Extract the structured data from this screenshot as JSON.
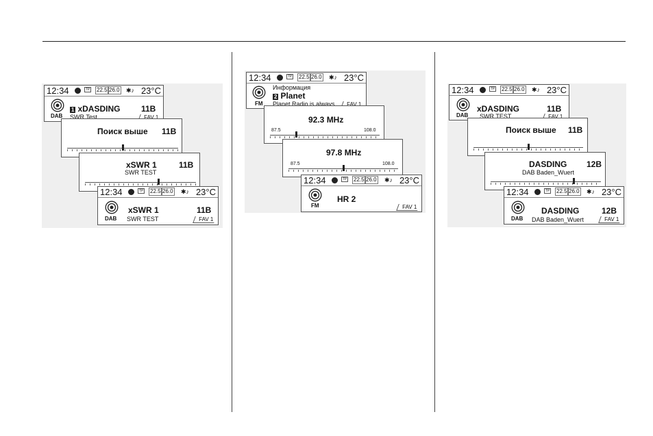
{
  "common": {
    "time": "12:34",
    "tp": "TP",
    "temp_val1": "22.5",
    "temp_val2": "26.0",
    "temp": "23°C",
    "fav": "FAV 1"
  },
  "left": {
    "card1": {
      "source": "DAB",
      "preset": "1",
      "title": "xDASDING",
      "channel": "11B",
      "sub": "SWR Test"
    },
    "card2": {
      "title": "Поиск выше",
      "channel": "11B",
      "needle": 0.5
    },
    "card3": {
      "title": "xSWR 1",
      "channel": "11B",
      "sub": "SWR TEST",
      "needle": 0.66
    },
    "card4": {
      "source": "DAB",
      "title": "xSWR 1",
      "channel": "11B",
      "sub": "SWR TEST"
    }
  },
  "middle": {
    "card1": {
      "source": "FM",
      "info": "Информация",
      "preset": "2",
      "title": "Planet",
      "sub": "Planet Radio is always"
    },
    "card2": {
      "freq": "92.3 MHz",
      "min": "87.5",
      "max": "108.0",
      "needle": 0.24
    },
    "card3": {
      "freq": "97.8 MHz",
      "min": "87.5",
      "max": "108.0",
      "needle": 0.5
    },
    "card4": {
      "source": "FM",
      "title": "HR 2"
    }
  },
  "right": {
    "card1": {
      "source": "DAB",
      "title": "xDASDING",
      "channel": "11B",
      "sub": "SWR TEST"
    },
    "card2": {
      "title": "Поиск выше",
      "channel": "11B",
      "needle": 0.5
    },
    "card3": {
      "title": "DASDING",
      "channel": "12B",
      "sub": "DAB Baden_Wuert",
      "needle": 0.75
    },
    "card4": {
      "source": "DAB",
      "title": "DASDING",
      "channel": "12B",
      "sub": "DAB Baden_Wuert"
    }
  }
}
